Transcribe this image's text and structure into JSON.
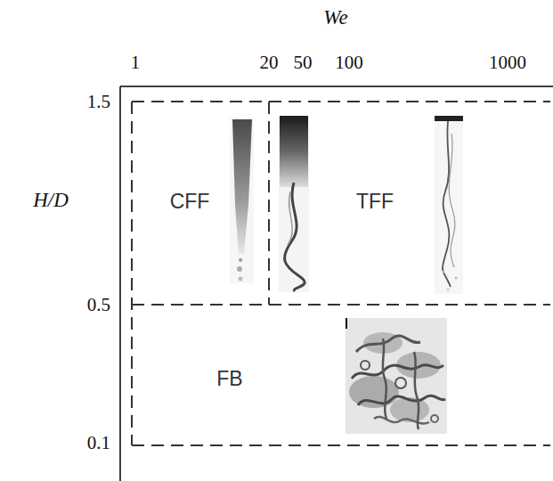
{
  "diagram": {
    "nodes": [
      {
        "text": [
          "CFF"
        ]
      },
      {
        "text": [
          "TFF"
        ]
      },
      {
        "text": [
          "FB"
        ]
      }
    ],
    "labels": [
      "We",
      "1",
      "20",
      "50",
      "100",
      "1000",
      "H/D",
      "1.5",
      "0.5",
      "0.1"
    ]
  }
}
